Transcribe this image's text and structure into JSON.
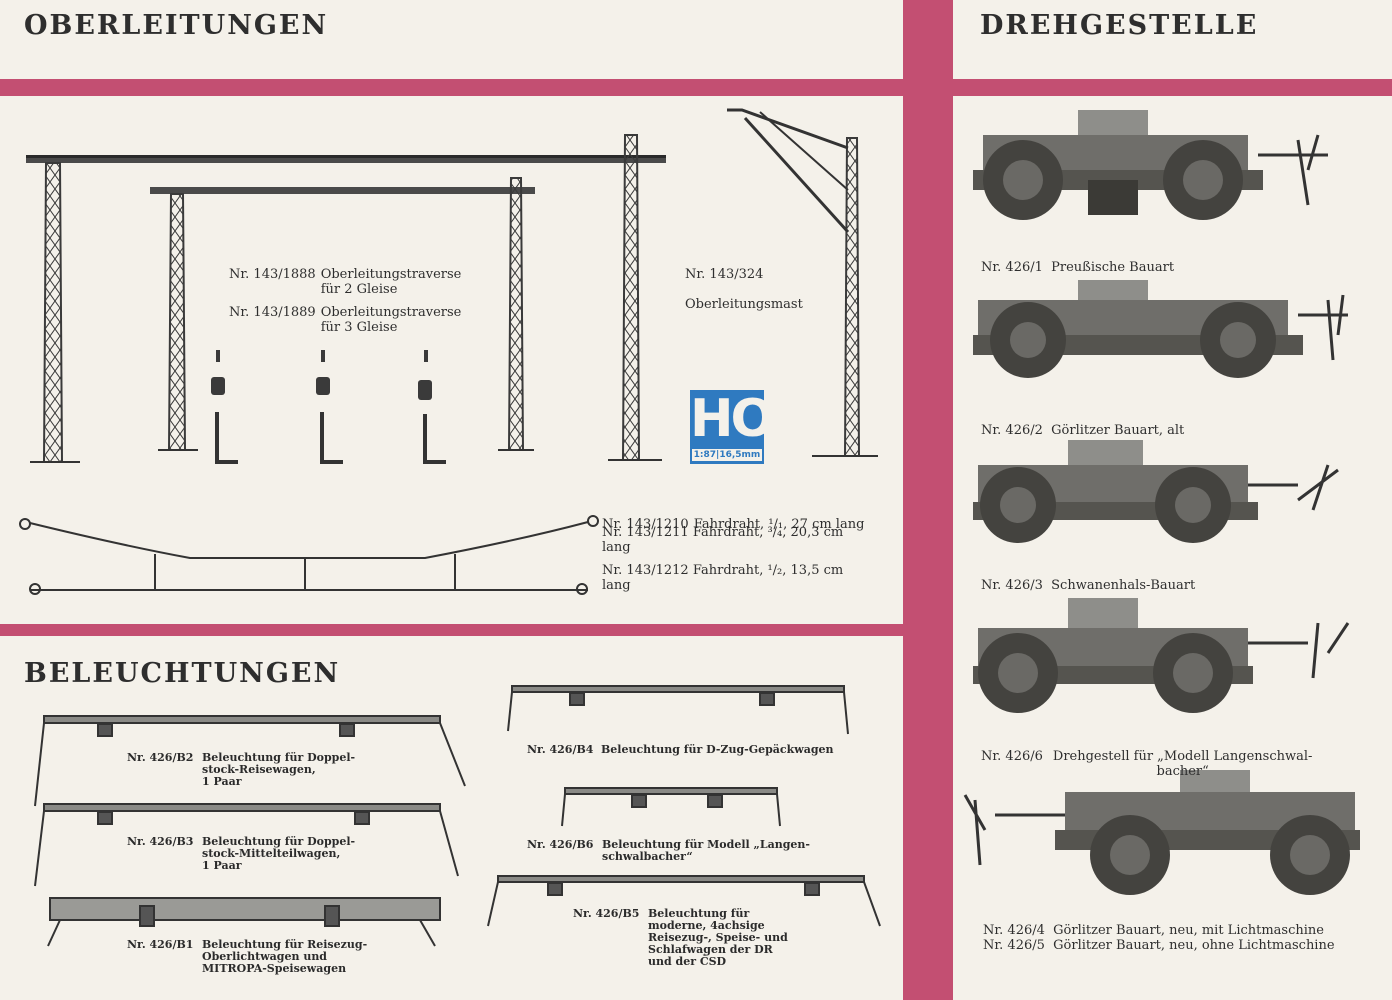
{
  "headings": {
    "oberleitungen": "OBERLEITUNGEN",
    "drehgestelle": "DREHGESTELLE",
    "beleuchtungen": "BELEUCHTUNGEN"
  },
  "oberleitungen": {
    "traverse": [
      {
        "nr": "Nr. 143/1888",
        "text": "Oberleitungstraverse\nfür 2 Gleise"
      },
      {
        "nr": "Nr. 143/1889",
        "text": "Oberleitungstraverse\nfür 3 Gleise"
      }
    ],
    "mast": {
      "nr": "Nr. 143/324",
      "text": "Oberleitungsmast"
    },
    "fahrdraht": [
      {
        "nr": "Nr. 143/1210",
        "text": "Fahrdraht, ¹/₁, 27 cm lang"
      },
      {
        "nr": "Nr. 143/1211",
        "text": "Fahrdraht, ³/₄, 20,3 cm\nlang"
      },
      {
        "nr": "Nr. 143/1212",
        "text": "Fahrdraht, ¹/₂, 13,5 cm\nlang"
      }
    ],
    "ho_logo": {
      "big": "HO",
      "small": "1:87|16,5mm",
      "color": "#2f7ac0"
    }
  },
  "drehgestelle": [
    {
      "nr": "Nr. 426/1",
      "text": "Preußische Bauart"
    },
    {
      "nr": "Nr. 426/2",
      "text": "Görlitzer Bauart, alt"
    },
    {
      "nr": "Nr. 426/3",
      "text": "Schwanenhals-Bauart"
    },
    {
      "nr": "Nr. 426/6",
      "text": "Drehgestell für „Modell Langenschwal-\nbacher“"
    },
    {
      "nr": "Nr. 426/4",
      "text": "Görlitzer Bauart, neu, mit Lichtmaschine"
    },
    {
      "nr": "Nr. 426/5",
      "text": "Görlitzer Bauart, neu, ohne Lichtmaschine"
    }
  ],
  "beleuchtungen": [
    {
      "nr": "Nr. 426/B2",
      "text": "Beleuchtung für Doppel-\nstock-Reisewagen,\n1 Paar"
    },
    {
      "nr": "Nr. 426/B3",
      "text": "Beleuchtung für Doppel-\nstock-Mittelteilwagen,\n1 Paar"
    },
    {
      "nr": "Nr. 426/B1",
      "text": "Beleuchtung für Reisezug-\nOberlichtwagen und\nMITROPA-Speisewagen"
    },
    {
      "nr": "Nr. 426/B4",
      "text": "Beleuchtung für D-Zug-Gepäckwagen"
    },
    {
      "nr": "Nr. 426/B6",
      "text": "Beleuchtung für Modell „Langen-\nschwalbacher“"
    },
    {
      "nr": "Nr. 426/B5",
      "text": "Beleuchtung für\nmoderne, 4achsige\nReisezug-, Speise- und\nSchlafwagen der DR\nund der ČSD"
    }
  ],
  "colors": {
    "band": "#c34f72",
    "paper": "#f4f1ea",
    "ink": "#2e2e2e"
  }
}
